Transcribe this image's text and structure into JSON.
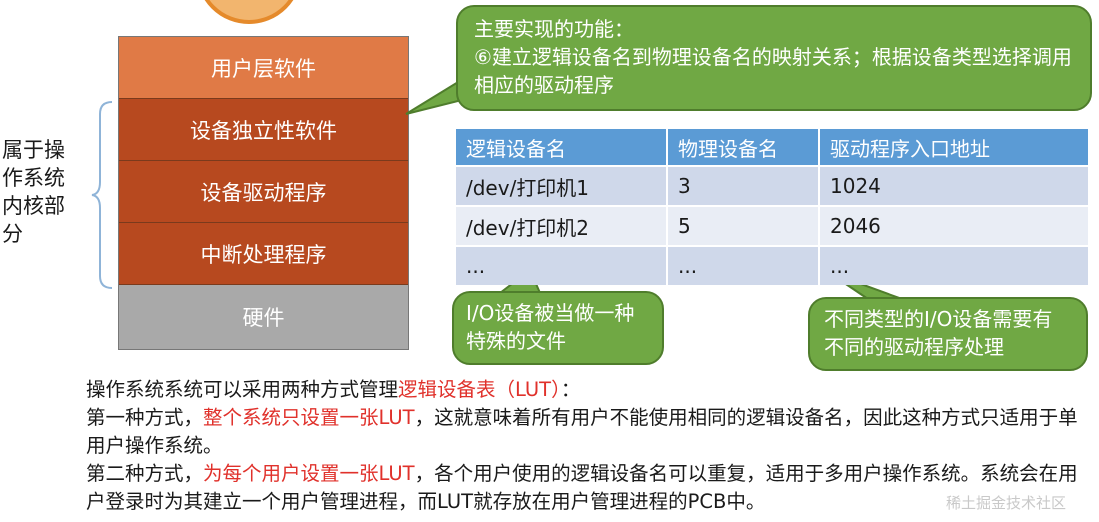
{
  "layers": {
    "user_software": "用户层软件",
    "device_independent": "设备独立性软件",
    "device_driver": "设备驱动程序",
    "interrupt_handler": "中断处理程序",
    "hardware": "硬件"
  },
  "kernel_label": "属于操作系统内核部分",
  "callout_top": {
    "line1": "主要实现的功能：",
    "line2": "⑥建立逻辑设备名到物理设备名的映射关系；根据设备类型选择调用相应的驱动程序"
  },
  "table": {
    "headers": [
      "逻辑设备名",
      "物理设备名",
      "驱动程序入口地址"
    ],
    "rows": [
      [
        "/dev/打印机1",
        "3",
        "1024"
      ],
      [
        "/dev/打印机2",
        "5",
        "2046"
      ],
      [
        "...",
        "...",
        "..."
      ]
    ]
  },
  "callout_file": "I/O设备被当做一种特殊的文件",
  "callout_driver": "不同类型的I/O设备需要有不同的驱动程序处理",
  "notes": {
    "p1_prefix": "操作系统系统可以采用两种方式管理",
    "p1_red": "逻辑设备表（LUT）",
    "p1_suffix": "：",
    "p2_prefix": "第一种方式，",
    "p2_red": "整个系统只设置一张LUT",
    "p2_suffix": "，这就意味着所有用户不能使用相同的逻辑设备名，因此这种方式只适用于单用户操作系统。",
    "p3_prefix": "第二种方式，",
    "p3_red": "为每个用户设置一张LUT",
    "p3_suffix": "，各个用户使用的逻辑设备名可以重复，适用于多用户操作系统。系统会在用户登录时为其建立一个用户管理进程，而LUT就存放在用户管理进程的PCB中。"
  },
  "watermark": "稀土掘金技术社区",
  "colors": {
    "user_layer": "#e07a46",
    "kernel_layer": "#b7491f",
    "hardware_layer": "#a9a9a9",
    "callout_green": "#70a844",
    "table_header": "#5b9bd5",
    "emphasis_red": "#e0312b"
  }
}
